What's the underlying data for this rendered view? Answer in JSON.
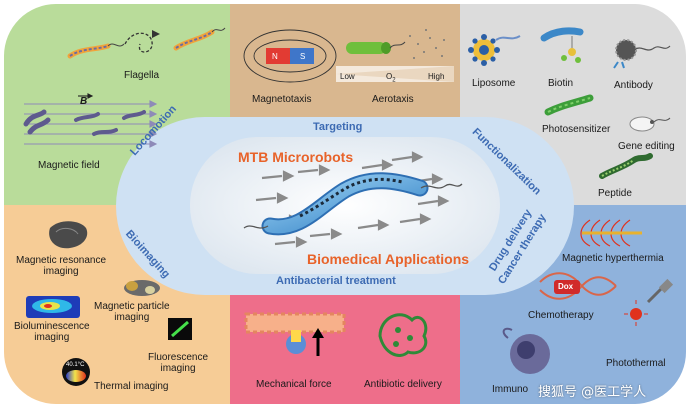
{
  "center": {
    "title": "MTB Microrobots",
    "subtitle": "Biomedical Applications"
  },
  "ring": {
    "top": "Targeting",
    "left_upper": "Locomotion",
    "left_lower": "Bioimaging",
    "right_upper": "Functionalization",
    "right_lower_1": "Drug delivery",
    "right_lower_2": "Cancer therapy",
    "bottom": "Antibacterial treatment"
  },
  "panels": {
    "locomotion": {
      "flagella": "Flagella",
      "magnetic_field": "Magnetic field",
      "field_symbol": "B"
    },
    "targeting": {
      "magnetotaxis": "Magnetotaxis",
      "aerotaxis": "Aerotaxis",
      "low": "Low",
      "o2": "O",
      "o2_sub": "2",
      "high": "High",
      "north": "N",
      "south": "S"
    },
    "functionalization": {
      "liposome": "Liposome",
      "biotin": "Biotin",
      "antibody": "Antibody",
      "photosensitizer": "Photosensitizer",
      "gene_editing": "Gene editing",
      "peptide": "Peptide"
    },
    "bioimaging": {
      "mri_1": "Magnetic resonance",
      "mri_2": "imaging",
      "mpi_1": "Magnetic particle",
      "mpi_2": "imaging",
      "bli_1": "Bioluminescence",
      "bli_2": "imaging",
      "fli_1": "Fluorescence",
      "fli_2": "imaging",
      "thermal": "Thermal imaging",
      "temp": "40.1°C"
    },
    "antibacterial": {
      "mechanical": "Mechanical force",
      "antibiotic": "Antibiotic delivery"
    },
    "cancer": {
      "hyperthermia": "Magnetic hyperthermia",
      "chemotherapy": "Chemotherapy",
      "dox": "Dox",
      "photothermal": "Photothermal",
      "immuno": "Immuno"
    }
  },
  "watermark": "搜狐号 @医工学人",
  "colors": {
    "top_left": "#b9dc9a",
    "top_mid": "#d9b78f",
    "top_right": "#dedede",
    "bottom_left": "#f6cc96",
    "bottom_mid": "#ee6e8a",
    "bottom_right": "#8fb2dc",
    "ring": "#cfe1f3",
    "center": "#e8eef4",
    "ring_text": "#3d6bb3",
    "title": "#e8632a"
  }
}
